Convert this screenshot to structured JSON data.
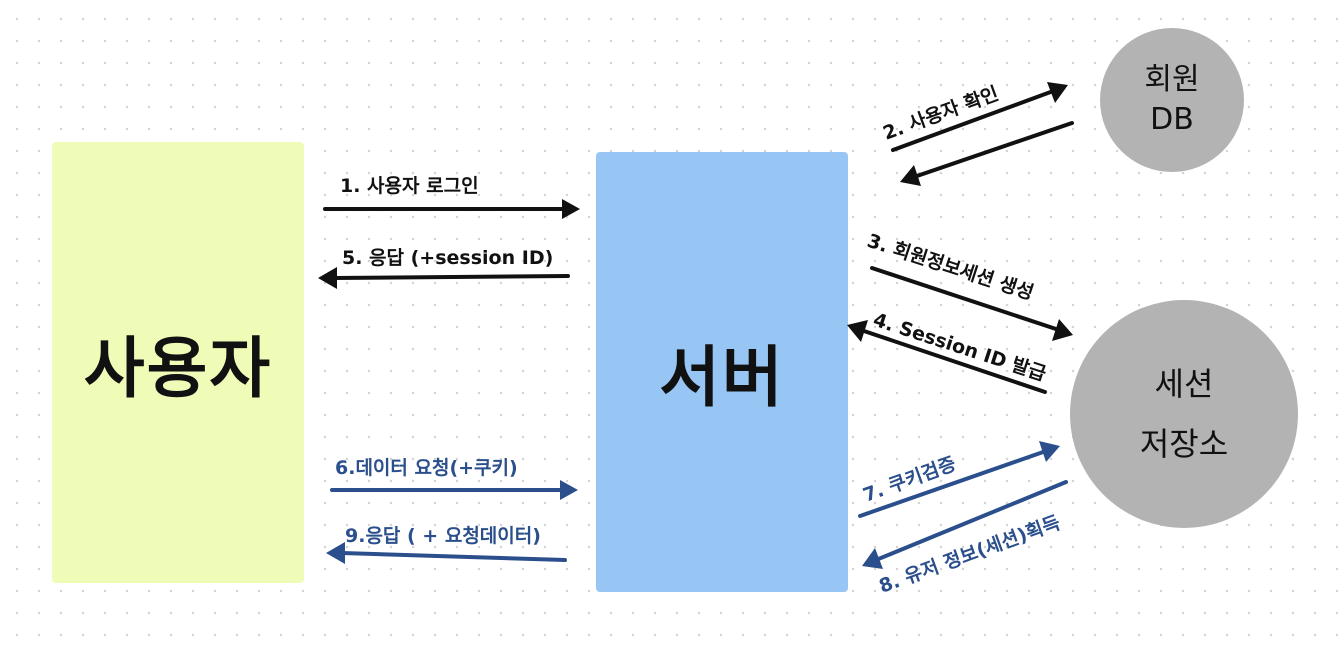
{
  "colors": {
    "user_box": "#eefcb8",
    "server_box": "#98c6f4",
    "storage_circle": "#b3b3b3",
    "arrow_black": "#111111",
    "arrow_blue": "#2b4f8c"
  },
  "nodes": {
    "user": {
      "label": "사용자"
    },
    "server": {
      "label": "서버"
    },
    "member_db": {
      "line1": "회원",
      "line2": "DB"
    },
    "session_store": {
      "line1": "세션",
      "line2": "저장소"
    }
  },
  "arrows": {
    "step1": "1. 사용자 로그인",
    "step2": "2. 사용자 확인",
    "step3": "3. 회원정보세션 생성",
    "step4": "4. Session ID 발급",
    "step5": "5. 응답 (+session ID)",
    "step6": "6.데이터 요청(+쿠키)",
    "step7": "7. 쿠키검증",
    "step8": "8. 유저 정보(세션)획득",
    "step9": "9.응답 ( + 요청데이터)"
  }
}
